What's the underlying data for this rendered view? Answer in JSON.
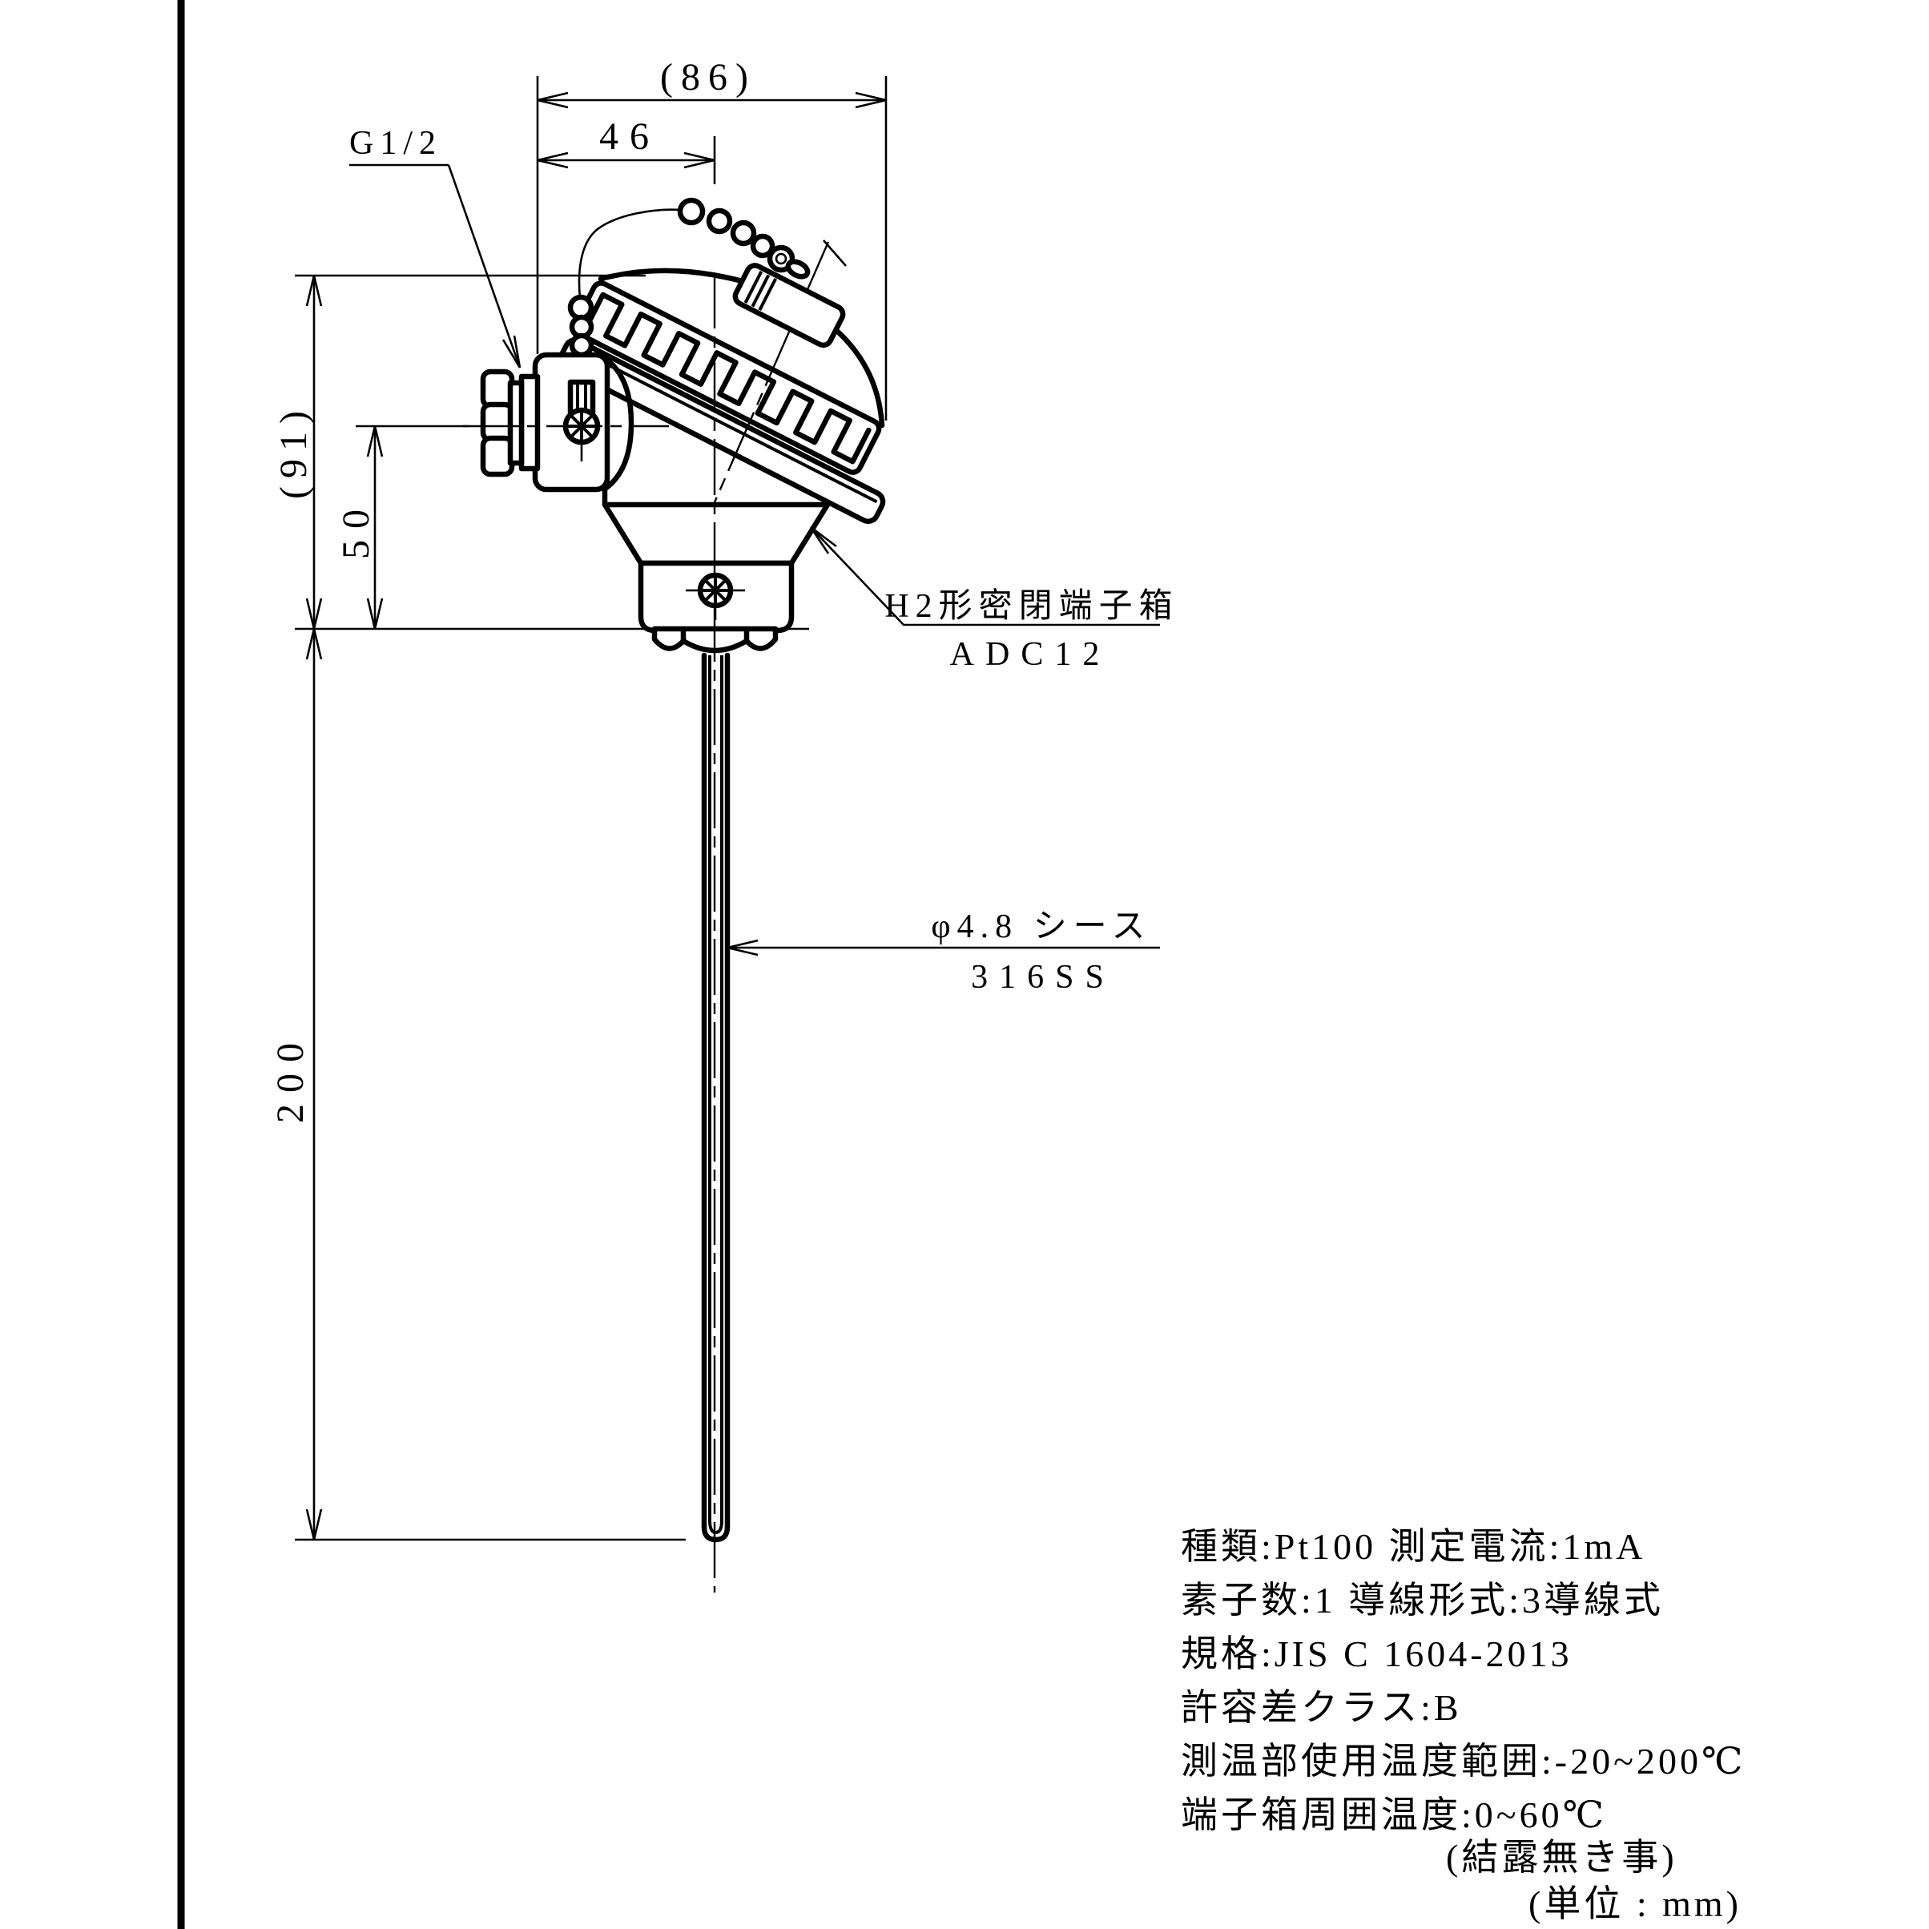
{
  "drawing": {
    "dimensions": {
      "width_overall": "(86)",
      "width_partial": "46",
      "height_overall": "(91)",
      "height_upper": "50",
      "sheath_length": "200"
    },
    "labels": {
      "process_thread": "G1/2",
      "terminal_head_name": "H2形密閉端子箱",
      "terminal_head_material": "ADC12",
      "sheath_spec": "φ4.8 シース",
      "sheath_material": "316SS"
    },
    "specs": {
      "line1": "種類:Pt100  測定電流:1mA",
      "line2": "素子数:1  導線形式:3導線式",
      "line3": "規格:JIS C 1604-2013",
      "line4": "許容差クラス:B",
      "line5": "測温部使用温度範囲:-20~200℃",
      "line6": "端子箱周囲温度:0~60℃",
      "note": "(結露無き事)",
      "unit_note": "(単位 : mm)"
    },
    "colors": {
      "line": "#000000",
      "background": "#ffffff"
    }
  }
}
